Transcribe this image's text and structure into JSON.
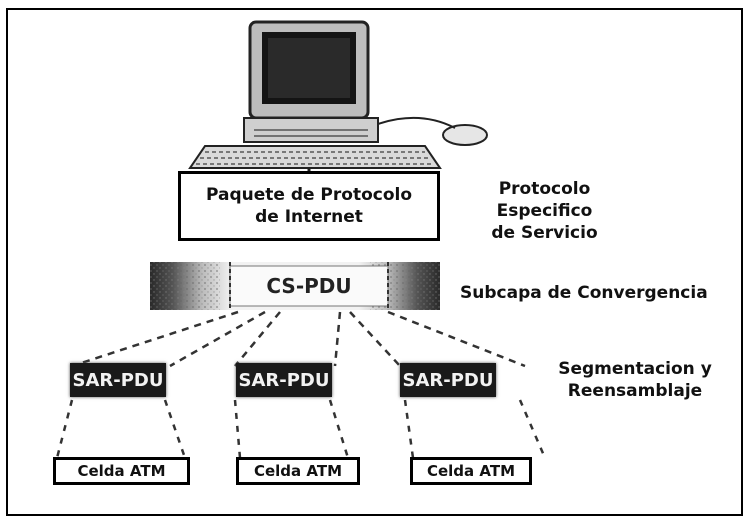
{
  "packet": {
    "line1": "Paquete de Protocolo",
    "line2": "de Internet"
  },
  "labels": {
    "protocol_line1": "Protocolo Especifico",
    "protocol_line2": "de Servicio",
    "convergence": "Subcapa de Convergencia",
    "sar_line1": "Segmentacion y",
    "sar_line2": "Reensamblaje"
  },
  "cs_pdu": "CS-PDU",
  "sar_pdus": [
    "SAR-PDU",
    "SAR-PDU",
    "SAR-PDU"
  ],
  "cells": [
    "Celda ATM",
    "Celda ATM",
    "Celda ATM"
  ]
}
